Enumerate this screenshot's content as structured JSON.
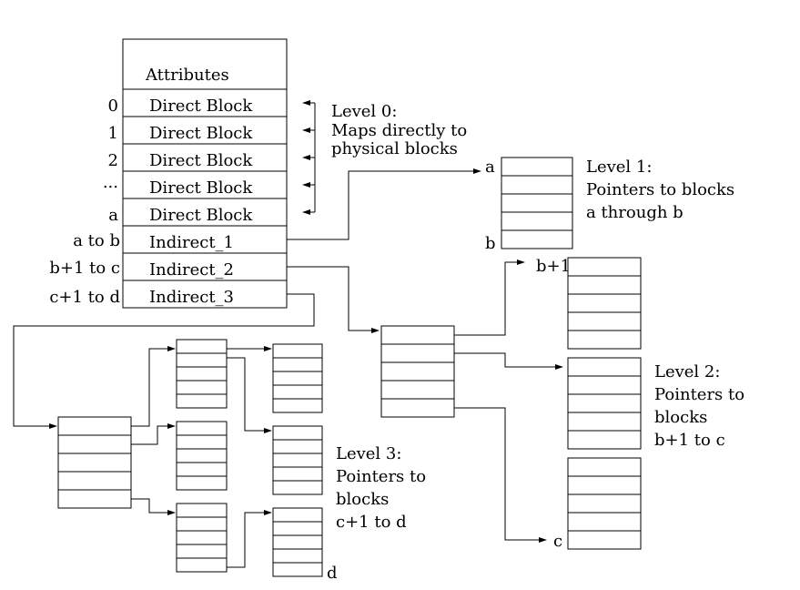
{
  "inode": {
    "header": "Attributes",
    "rows": [
      {
        "index": "0",
        "label": "Direct Block"
      },
      {
        "index": "1",
        "label": "Direct Block"
      },
      {
        "index": "2",
        "label": "Direct Block"
      },
      {
        "index": "...",
        "label": "Direct Block"
      },
      {
        "index": "a",
        "label": "Direct Block"
      },
      {
        "index": "a to b",
        "label": "Indirect_1"
      },
      {
        "index": "b+1 to c",
        "label": "Indirect_2"
      },
      {
        "index": "c+1 to d",
        "label": "Indirect_3"
      }
    ]
  },
  "annotations": {
    "level0": [
      "Level 0:",
      "Maps directly to",
      "physical blocks"
    ],
    "level1": [
      "Level 1:",
      "Pointers to blocks",
      "a through b"
    ],
    "level2": [
      "Level 2:",
      "Pointers to",
      "blocks",
      "b+1 to c"
    ],
    "level3": [
      "Level 3:",
      "Pointers to",
      "blocks",
      "c+1 to d"
    ]
  },
  "block_labels": {
    "l1_top": "a",
    "l1_bottom": "b",
    "l2_top": "b+1",
    "l2_bottom": "c",
    "l3_bottom": "d"
  }
}
